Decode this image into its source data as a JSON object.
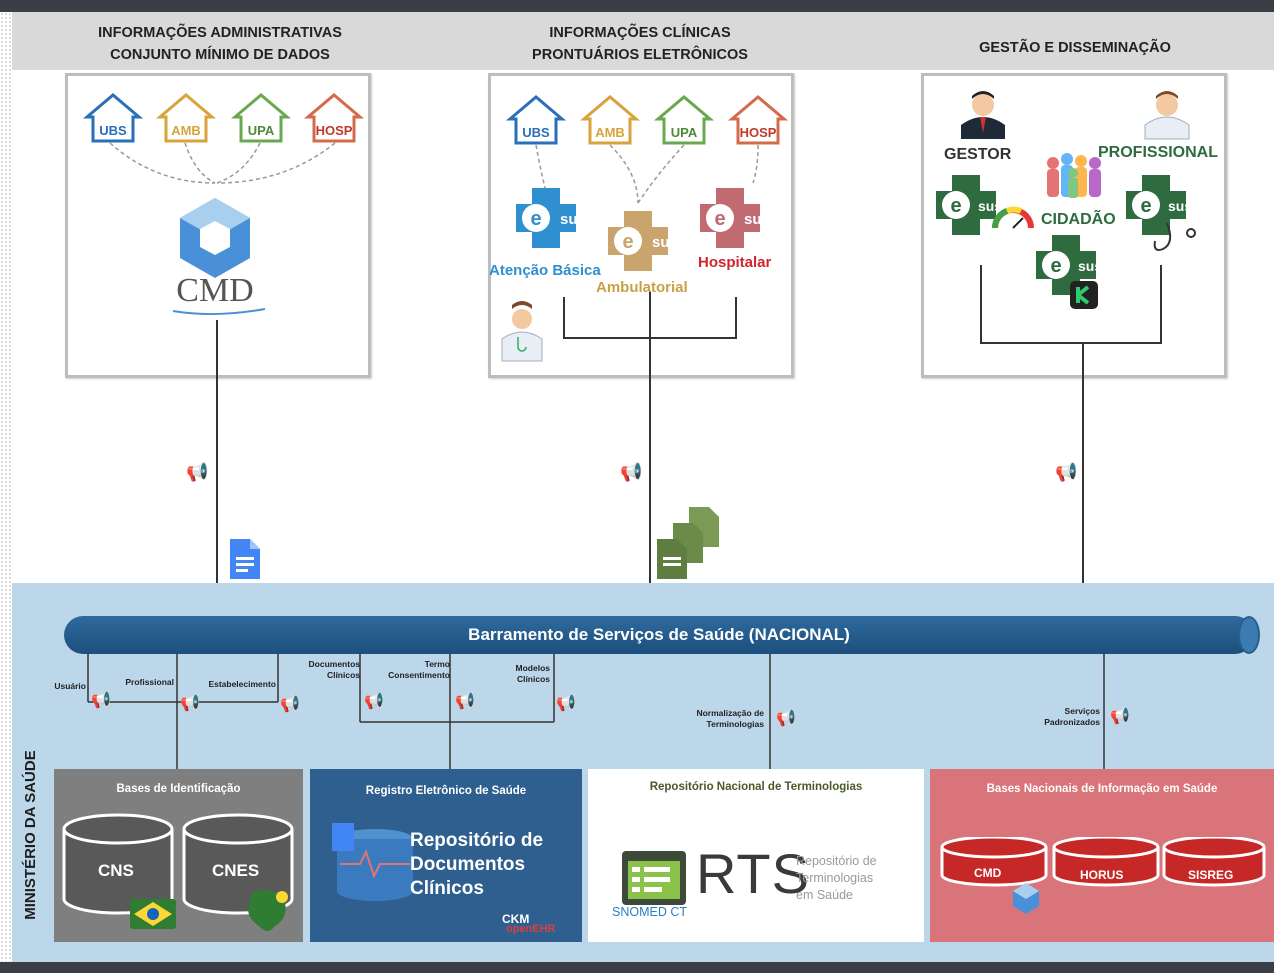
{
  "columns": [
    {
      "title_line1": "INFORMAÇÕES ADMINISTRATIVAS",
      "title_line2": "CONJUNTO MÍNIMO DE DADOS"
    },
    {
      "title_line1": "INFORMAÇÕES CLÍNICAS",
      "title_line2": "PRONTUÁRIOS ELETRÔNICOS"
    },
    {
      "title_line1": "GESTÃO E DISSEMINAÇÃO",
      "title_line2": ""
    }
  ],
  "houses": [
    "UBS",
    "AMB",
    "UPA",
    "HOSP"
  ],
  "cmd_label": "CMD",
  "esus_text": "e",
  "esus_sus": "sus",
  "clinical": {
    "atencao_basica": "Atenção Básica",
    "ambulatorial": "Ambulatorial",
    "hospitalar": "Hospitalar"
  },
  "gestao": {
    "gestor": "GESTOR",
    "profissional": "PROFISSIONAL",
    "cidadao": "CIDADÃO"
  },
  "bus_label": "Barramento de Serviços de Saúde (NACIONAL)",
  "ministerio": "MINISTÉRIO DA SAÚDE",
  "service_labels": {
    "usuario": "Usuário",
    "profissional": "Profissional",
    "estabelecimento": "Estabelecimento",
    "documentos_clinicos": "Documentos\nClínicos",
    "termo_consentimento": "Termo\nConsentimento",
    "modelos_clinicos": "Modelos\nClínicos",
    "normalizacao": "Normalização de\nTerminologias",
    "servicos": "Serviços\nPadronizados"
  },
  "bases": {
    "identificacao": {
      "title": "Bases de Identificação",
      "db1": "CNS",
      "db2": "CNES"
    },
    "registro": {
      "title": "Registro Eletrônico de Saúde",
      "line1": "Repositório de",
      "line2": "Documentos",
      "line3": "Clínicos",
      "ckm": "CKM",
      "openehr": "openEHR"
    },
    "terminologias": {
      "title": "Repositório Nacional de Terminologias",
      "rts": "RTS",
      "rts_desc1": "Repositório de",
      "rts_desc2": "Terminologias",
      "rts_desc3": "em Saúde",
      "snomed": "SNOMED CT"
    },
    "nacionais": {
      "title": "Bases Nacionais  de Informação em Saúde",
      "db1": "CMD",
      "db2": "HORUS",
      "db3": "SISREG"
    }
  },
  "colors": {
    "bus": "#1c4f7c",
    "ms_band": "#bcd6ea",
    "identificacao_bg": "#7f7f7f",
    "registro_bg": "#2e5f8f",
    "nacionais_bg": "#d9747a",
    "esus_blue": "#2f8fd0",
    "esus_green": "#2e6b3f",
    "esus_tan": "#c9a46c",
    "esus_rose": "#c06a72"
  }
}
